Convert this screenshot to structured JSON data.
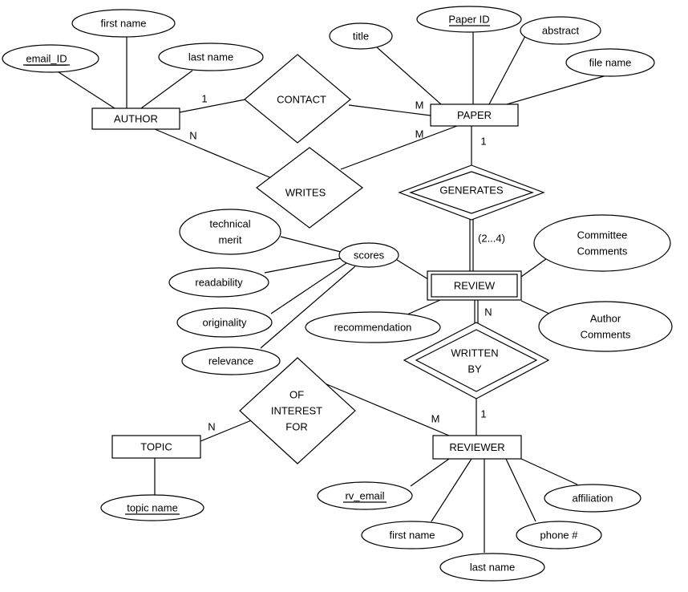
{
  "entities": {
    "author": "AUTHOR",
    "paper": "PAPER",
    "review": "REVIEW",
    "reviewer": "REVIEWER",
    "topic": "TOPIC"
  },
  "relationships": {
    "contact": "CONTACT",
    "writes": "WRITES",
    "generates": "GENERATES",
    "written_by": [
      "WRITTEN",
      "BY"
    ],
    "of_interest_for": [
      "OF",
      "INTEREST",
      "FOR"
    ]
  },
  "attributes": {
    "author_email": "email_ID",
    "author_first": "first name",
    "author_last": "last name",
    "paper_title": "title",
    "paper_id": "Paper ID",
    "paper_abstract": "abstract",
    "paper_file": "file name",
    "tech_merit": [
      "technical",
      "merit"
    ],
    "scores": "scores",
    "readability": "readability",
    "originality": "originality",
    "relevance": "relevance",
    "recommendation": "recommendation",
    "committee_comments": [
      "Committee",
      "Comments"
    ],
    "author_comments": [
      "Author",
      "Comments"
    ],
    "topic_name": "topic name",
    "rv_email": "rv_email",
    "rv_first": "first name",
    "rv_last": "last name",
    "phone": "phone #",
    "affiliation": "affiliation"
  },
  "cardinalities": {
    "author_contact": "1",
    "contact_paper": "M",
    "author_writes": "N",
    "writes_paper": "M",
    "paper_generates": "1",
    "generates_review": "(2...4)",
    "review_writtenby": "N",
    "writtenby_reviewer": "1",
    "topic_interest": "N",
    "interest_reviewer": "M"
  }
}
